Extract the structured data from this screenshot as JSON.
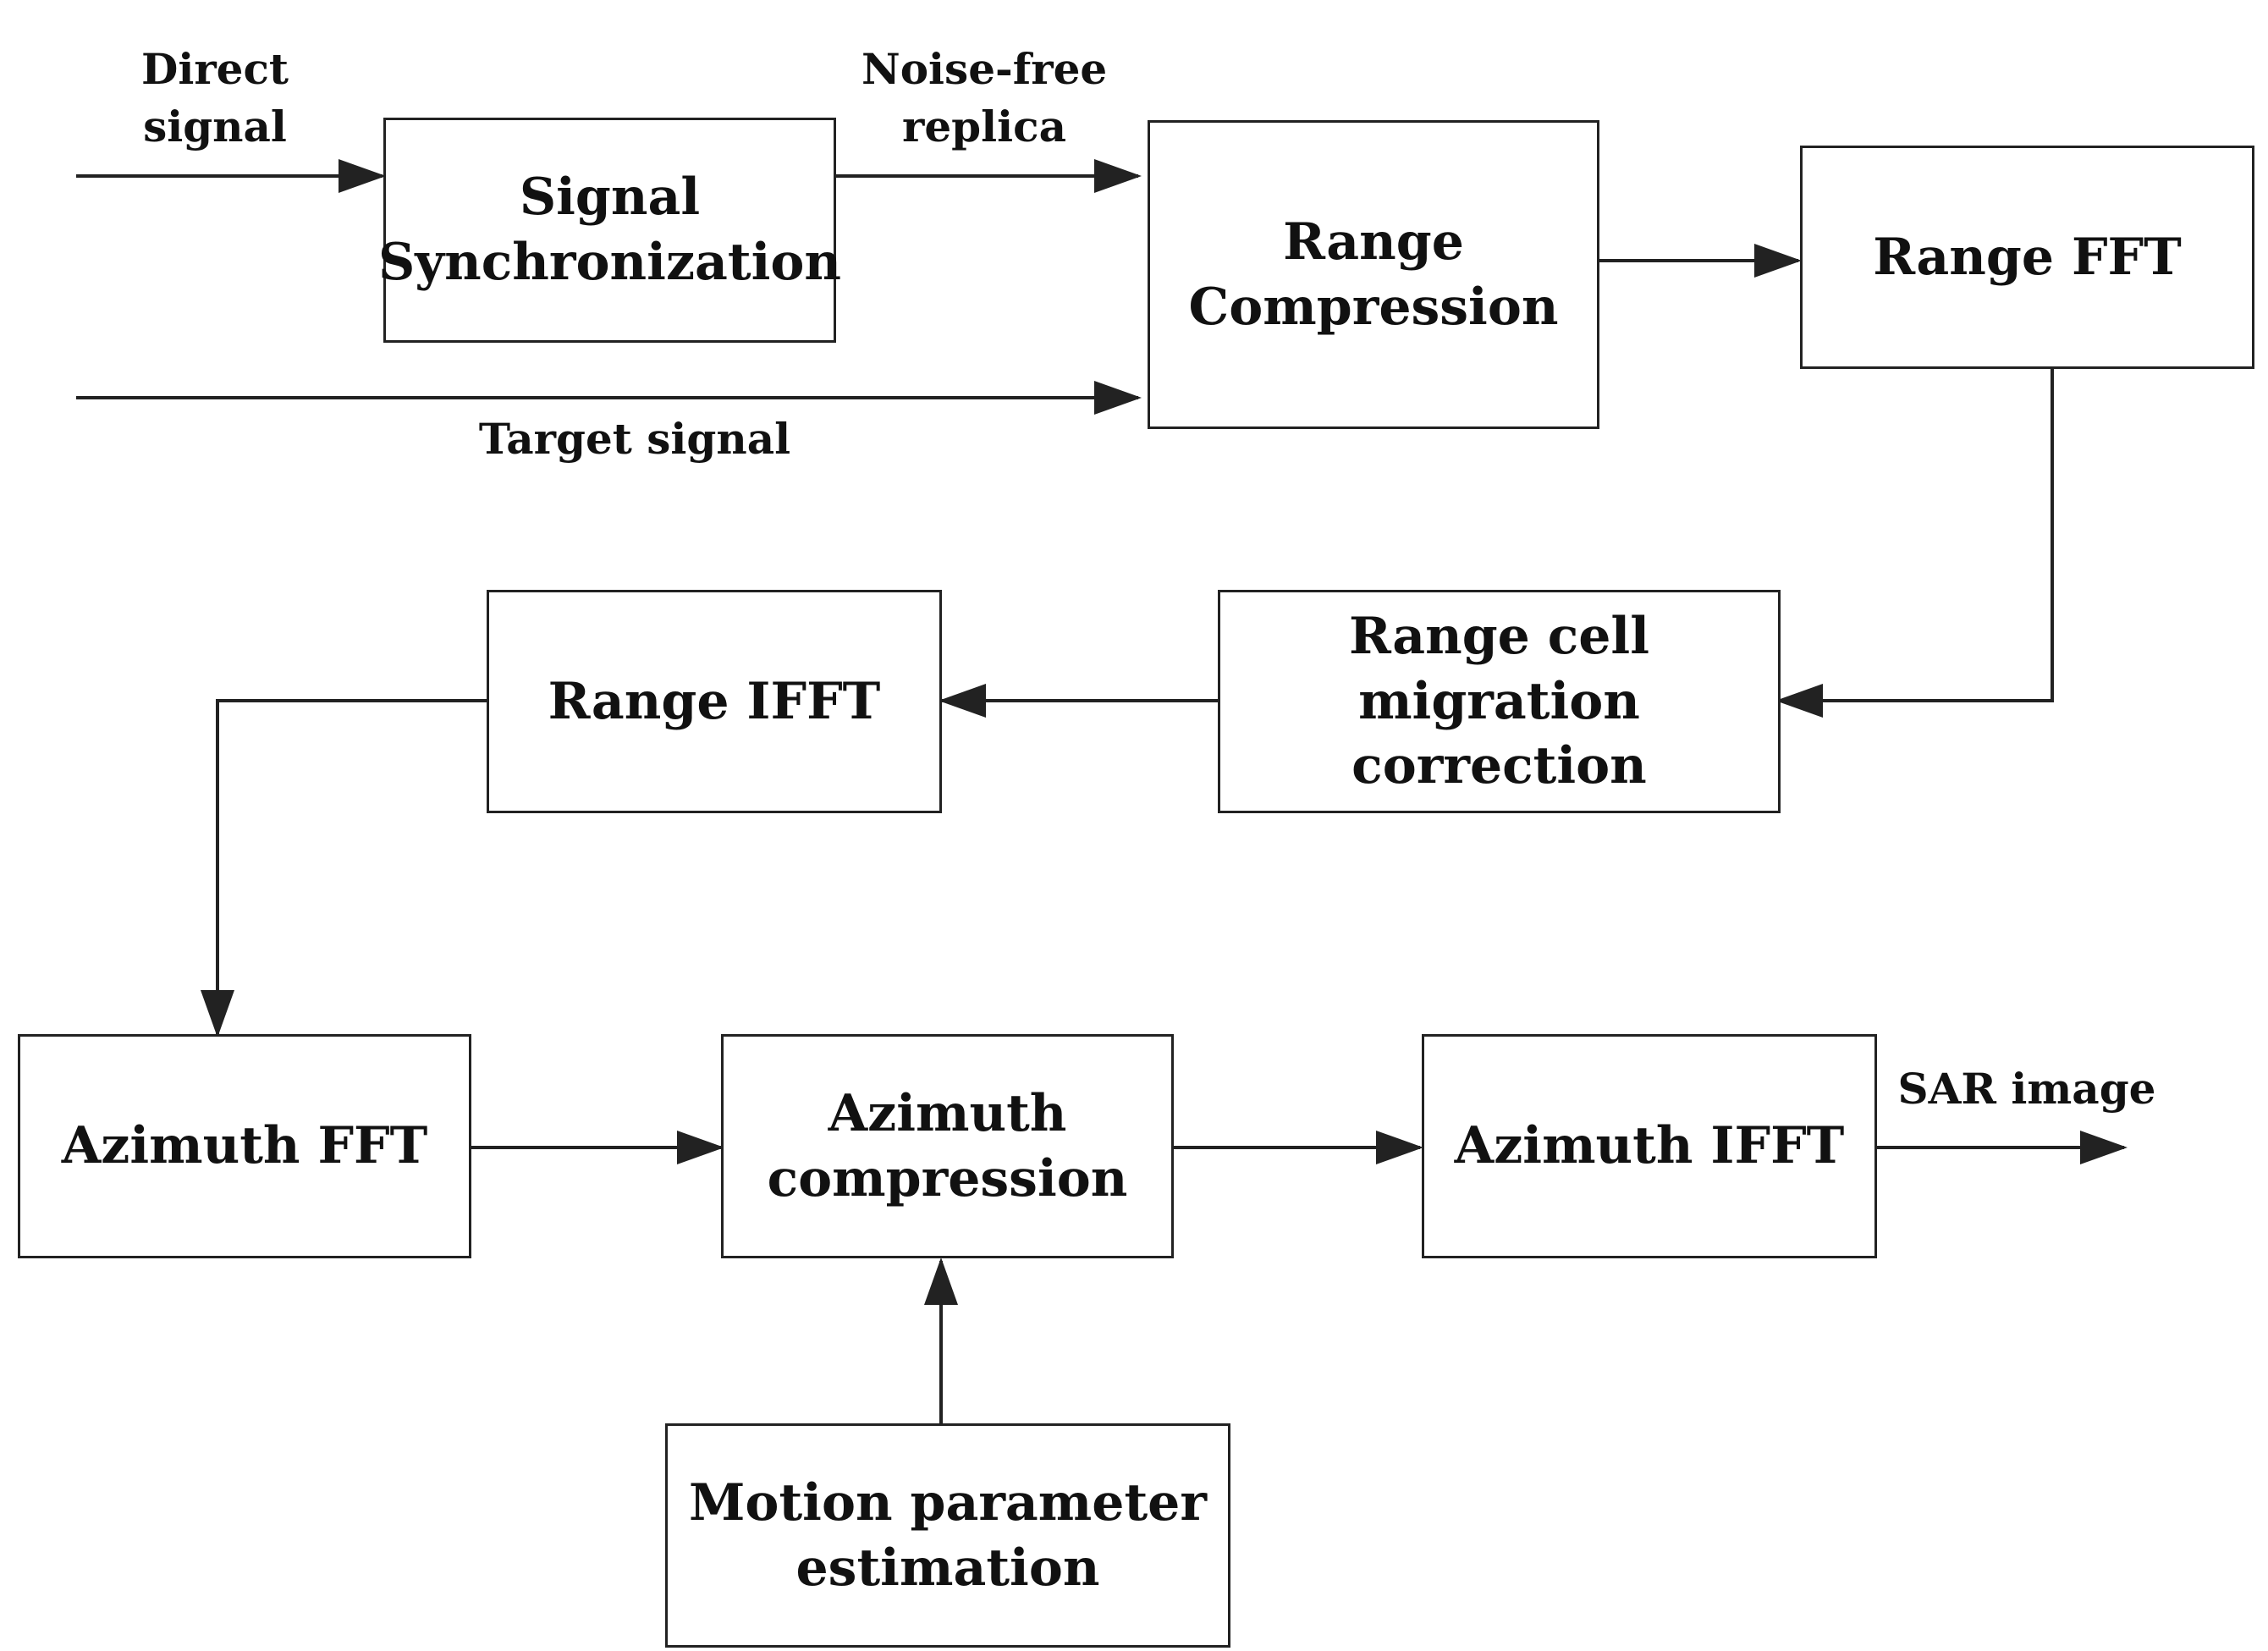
{
  "blocks": {
    "signal_sync": [
      "Signal",
      "Synchronization"
    ],
    "range_compression": [
      "Range",
      "Compression"
    ],
    "range_fft": [
      "Range FFT"
    ],
    "rcmc": [
      "Range cell migration",
      "correction"
    ],
    "range_ifft": [
      "Range IFFT"
    ],
    "azimuth_fft": [
      "Azimuth FFT"
    ],
    "azimuth_compression": [
      "Azimuth",
      "compression"
    ],
    "azimuth_ifft": [
      "Azimuth IFFT"
    ],
    "motion_estimation": [
      "Motion parameter",
      "estimation"
    ]
  },
  "edge_labels": {
    "direct_signal": [
      "Direct",
      "signal"
    ],
    "noise_free_replica": [
      "Noise-free",
      "replica"
    ],
    "target_signal": "Target signal",
    "sar_image": "SAR image"
  },
  "colors": {
    "stroke": "#222222",
    "background": "#ffffff",
    "text": "#111111"
  }
}
